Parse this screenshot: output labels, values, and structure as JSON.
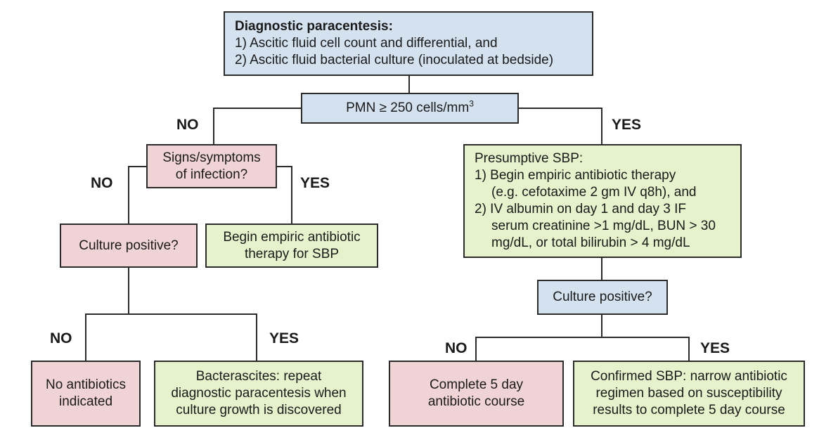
{
  "colors": {
    "question_blue": "#d4e2f0",
    "negative_pink": "#f0d3d5",
    "action_green": "#e6f2cc",
    "border": "#2b2b2b"
  },
  "nodes": {
    "paracentesis": {
      "title": "Diagnostic paracentesis:",
      "line1": "1) Ascitic fluid cell count and differential, and",
      "line2": "2) Ascitic fluid bacterial culture (inoculated at bedside)"
    },
    "pmn": {
      "text": "PMN ≥ 250 cells/mm",
      "superscript": "3"
    },
    "signs": {
      "line1": "Signs/symptoms",
      "line2": "of infection?"
    },
    "presumptive": {
      "title": "Presumptive SBP:",
      "line1": "1) Begin empiric antibiotic therapy",
      "line2": "(e.g. cefotaxime 2 gm IV q8h), and",
      "line3": "2) IV albumin on day 1 and day 3 IF",
      "line4": "serum creatinine >1 mg/dL, BUN > 30",
      "line5": "mg/dL, or total bilirubin > 4 mg/dL"
    },
    "culture_left": {
      "text": "Culture positive?"
    },
    "begin_empiric": {
      "line1": "Begin empiric antibiotic",
      "line2": "therapy for SBP"
    },
    "culture_right": {
      "text": "Culture positive?"
    },
    "no_antibiotics": {
      "line1": "No antibiotics",
      "line2": "indicated"
    },
    "bacterascites": {
      "line1": "Bacterascites: repeat",
      "line2": "diagnostic paracentesis when",
      "line3": "culture growth is discovered"
    },
    "complete_course": {
      "line1": "Complete 5 day",
      "line2": "antibiotic course"
    },
    "confirmed_sbp": {
      "line1": "Confirmed SBP: narrow antibiotic",
      "line2": "regimen based on susceptibility",
      "line3": "results to complete 5 day course"
    }
  },
  "labels": {
    "pmn_no": "NO",
    "pmn_yes": "YES",
    "signs_no": "NO",
    "signs_yes": "YES",
    "culture_left_no": "NO",
    "culture_left_yes": "YES",
    "culture_right_no": "NO",
    "culture_right_yes": "YES"
  }
}
